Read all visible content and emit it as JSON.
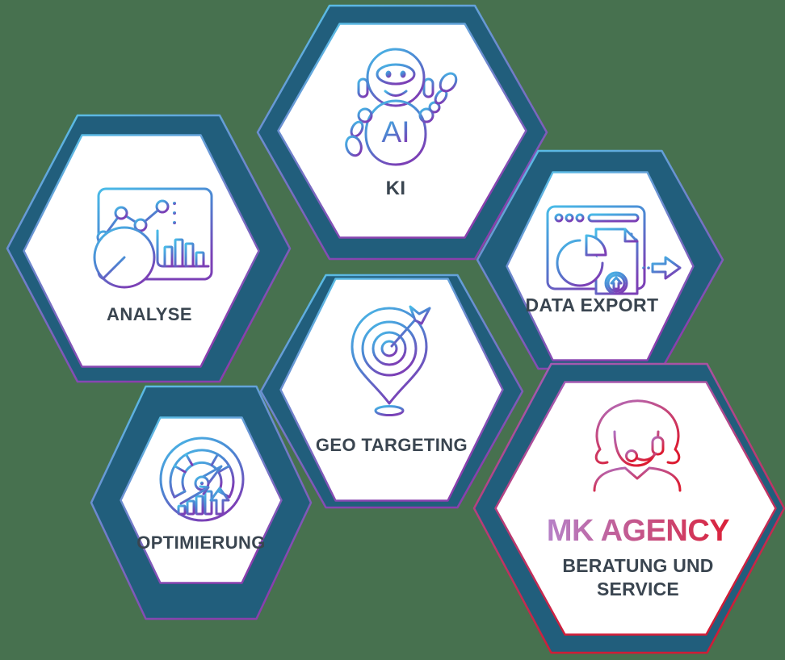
{
  "colors": {
    "background": "#47714F",
    "hex_band": "#215E7C",
    "hex_fill": "#FFFFFF",
    "stroke_gradient_blue": [
      "#55C8EA",
      "#8A3FAE"
    ],
    "stroke_gradient_red": [
      "#A05FBC",
      "#D01C36"
    ],
    "icon_gradient_blue": [
      "#49BCE8",
      "#7B40B6"
    ],
    "icon_gradient_red": [
      "#B06FC0",
      "#DC1B31"
    ],
    "label_color": "#3A4550",
    "mk_title_gradient": [
      "#B681C8",
      "#C65285",
      "#DB2038"
    ]
  },
  "tiles": {
    "ki": {
      "label": "KI",
      "icon": "ai-robot-icon",
      "badge": "AI"
    },
    "analyse": {
      "label": "ANALYSE",
      "icon": "analytics-dashboard-icon"
    },
    "data_export": {
      "label": "DATA EXPORT",
      "icon": "browser-export-icon"
    },
    "geo_targeting": {
      "label": "GEO TARGETING",
      "icon": "map-pin-target-icon"
    },
    "optimierung": {
      "label": "OPTIMIERUNG",
      "icon": "speedometer-growth-icon"
    },
    "mk_agency": {
      "title": "MK AGENCY",
      "subtitle": "BERATUNG UND SERVICE",
      "icon": "support-agent-icon"
    }
  }
}
